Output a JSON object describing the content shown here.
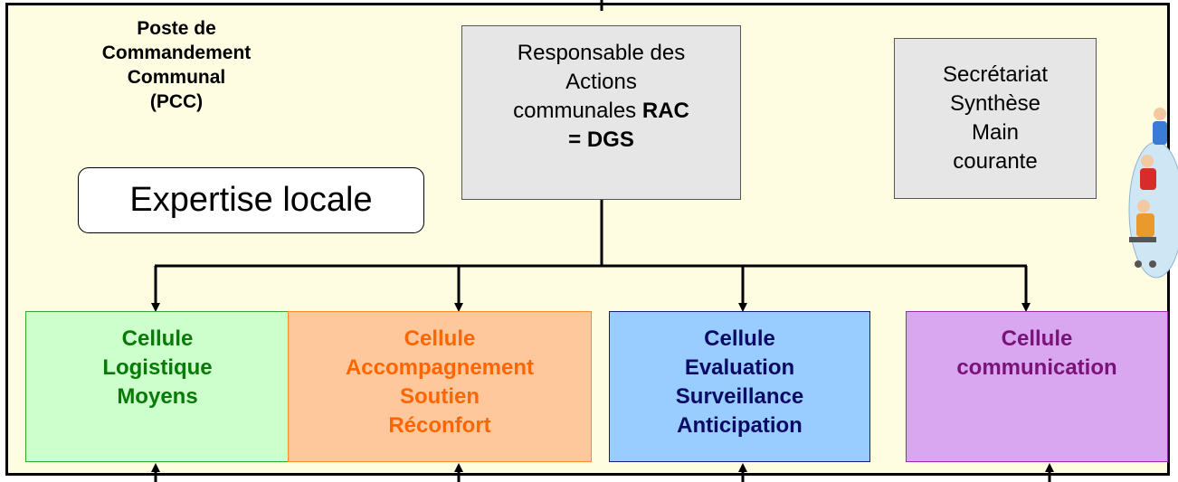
{
  "title": {
    "lines": [
      "Poste de",
      "Commandement",
      "Communal",
      "(PCC)"
    ]
  },
  "rac": {
    "line1": "Responsable des",
    "line2": "Actions",
    "line3_text": "communales ",
    "line3_bold": "RAC",
    "line4": "= DGS"
  },
  "secretariat": {
    "lines": [
      "Secrétariat",
      "Synthèse",
      "Main",
      "courante"
    ]
  },
  "expertise": "Expertise locale",
  "cells": [
    {
      "lines": [
        "Cellule",
        "Logistique",
        "Moyens"
      ],
      "color": "#087a08",
      "fill": "#ccffcc"
    },
    {
      "lines": [
        "Cellule",
        "Accompagnement",
        "Soutien",
        "Réconfort"
      ],
      "color": "#ff6600",
      "fill": "#ffc89c"
    },
    {
      "lines": [
        "Cellule",
        "Evaluation",
        "Surveillance",
        "Anticipation"
      ],
      "color": "#0a0a66",
      "fill": "#99ccff"
    },
    {
      "lines": [
        "Cellule",
        "communication"
      ],
      "color": "#7a127a",
      "fill": "#d9a6f0"
    }
  ]
}
